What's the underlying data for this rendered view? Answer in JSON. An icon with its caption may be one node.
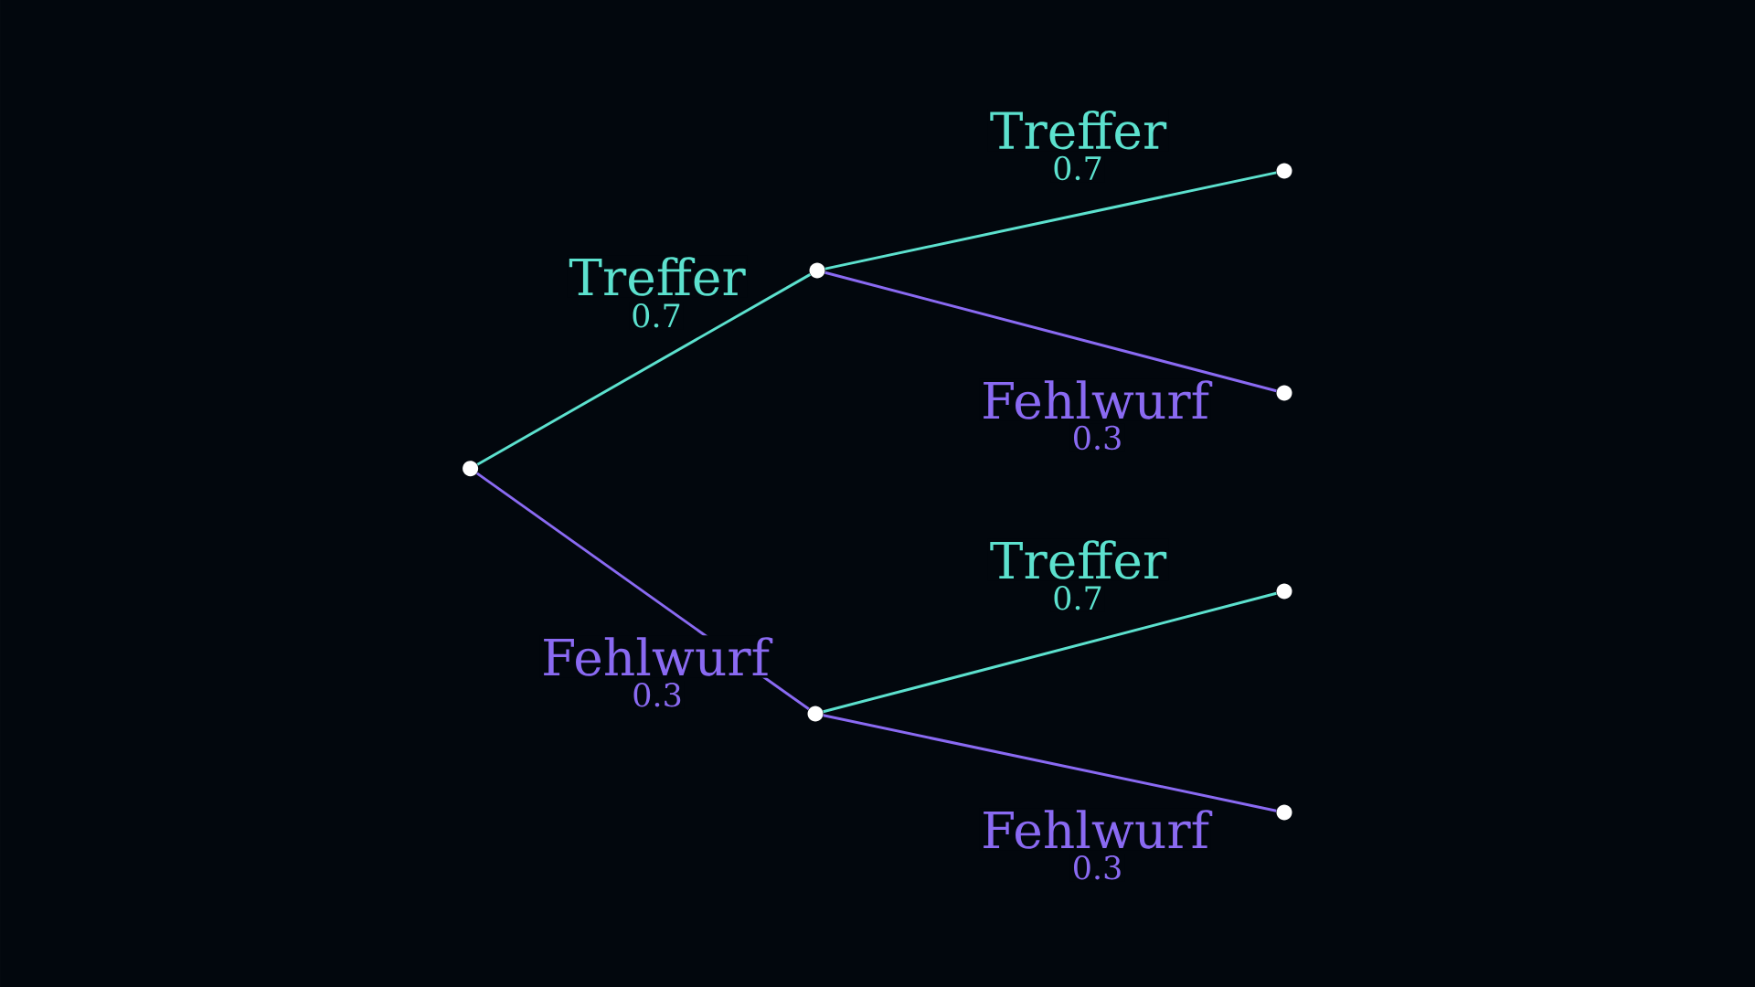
{
  "diagram": {
    "nodes": [
      {
        "text": [],
        "shape": "circle"
      },
      {
        "text": [],
        "shape": "circle"
      },
      {
        "text": [],
        "shape": "circle"
      },
      {
        "text": [],
        "shape": "circle"
      },
      {
        "text": [],
        "shape": "circle"
      },
      {
        "text": [],
        "shape": "circle"
      },
      {
        "text": [],
        "shape": "circle"
      }
    ],
    "edges": [
      {
        "from": 0,
        "to": 1,
        "arrow": "none",
        "label": "Treffer",
        "color": "#5ce1ce"
      },
      {
        "from": 0,
        "to": 2,
        "arrow": "none",
        "label": "Fehlwurf",
        "color": "#8a6af2"
      },
      {
        "from": 1,
        "to": 3,
        "arrow": "none",
        "label": "Treffer",
        "color": "#5ce1ce"
      },
      {
        "from": 1,
        "to": 4,
        "arrow": "none",
        "label": "Fehlwurf",
        "color": "#8a6af2"
      },
      {
        "from": 2,
        "to": 5,
        "arrow": "none",
        "label": "Treffer",
        "color": "#5ce1ce"
      },
      {
        "from": 2,
        "to": 6,
        "arrow": "none",
        "label": "Fehlwurf",
        "color": "#8a6af2"
      }
    ],
    "labels": [
      "0.7",
      "0.7",
      "0.3",
      "0.7",
      "0.3",
      "0.3"
    ]
  }
}
